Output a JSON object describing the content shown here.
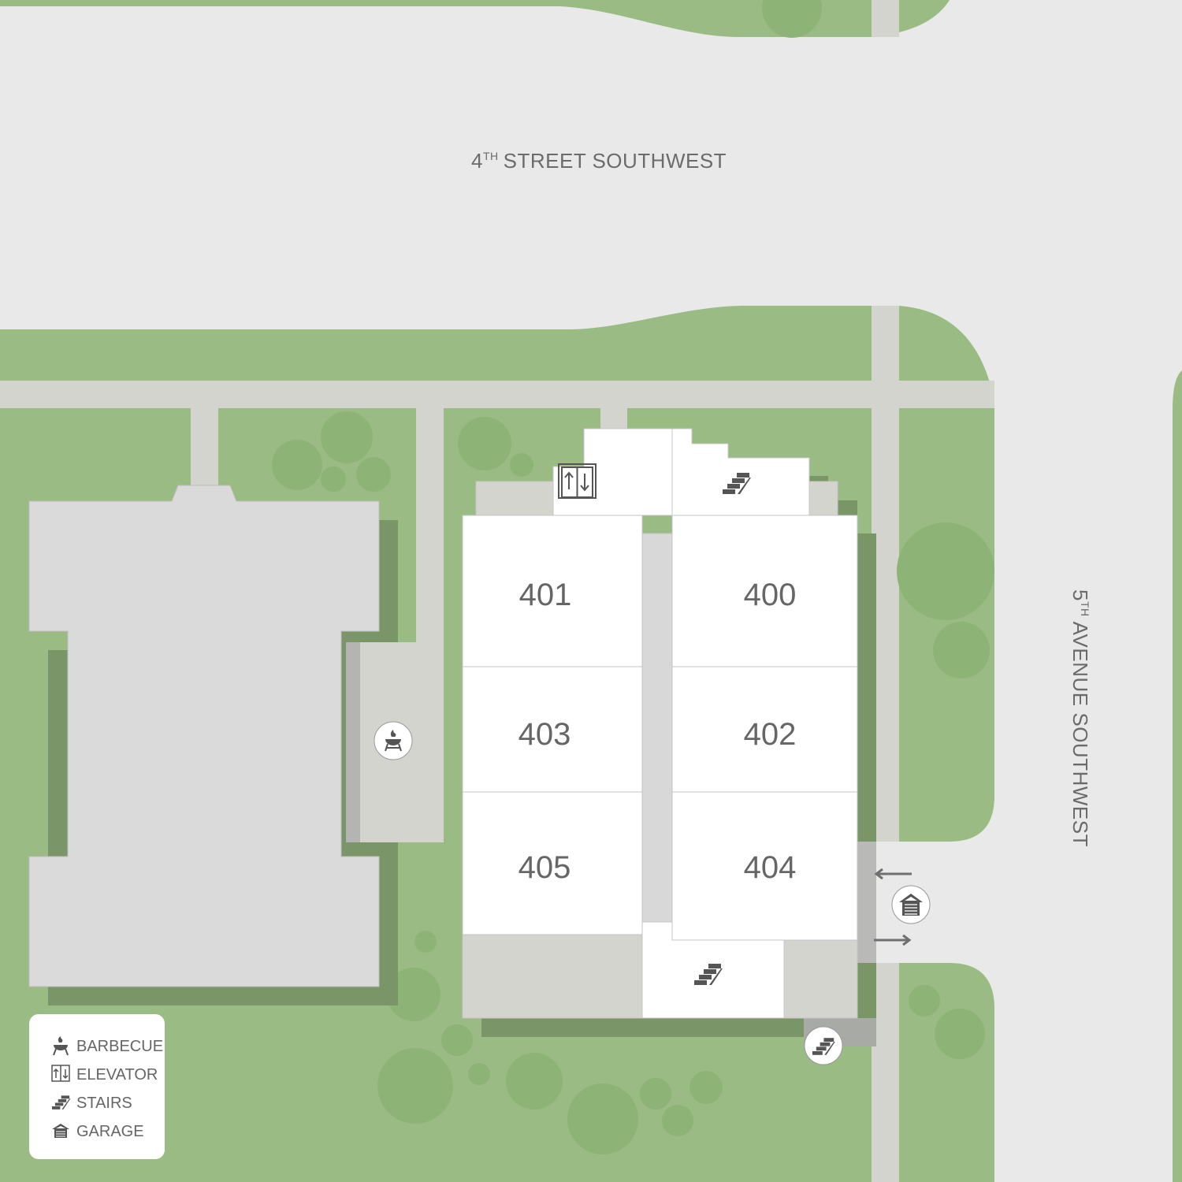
{
  "streets": {
    "north": {
      "number": "4",
      "suffix": "TH",
      "name": "STREET SOUTHWEST"
    },
    "east": {
      "number": "5",
      "suffix": "TH",
      "name": "AVENUE SOUTHWEST"
    }
  },
  "units": [
    "401",
    "400",
    "403",
    "402",
    "405",
    "404"
  ],
  "legend": {
    "items": [
      {
        "icon": "barbecue-icon",
        "label": "BARBECUE"
      },
      {
        "icon": "elevator-icon",
        "label": "ELEVATOR"
      },
      {
        "icon": "stairs-icon",
        "label": "STAIRS"
      },
      {
        "icon": "garage-icon",
        "label": "GARAGE"
      }
    ]
  },
  "colors": {
    "grass": "#9abb84",
    "road": "#e8e9e8",
    "sidewalk": "#d4d4cf",
    "shadow": "#7a9668",
    "building": "#dadada",
    "unit": "#ffffff",
    "icon": "#555555"
  }
}
